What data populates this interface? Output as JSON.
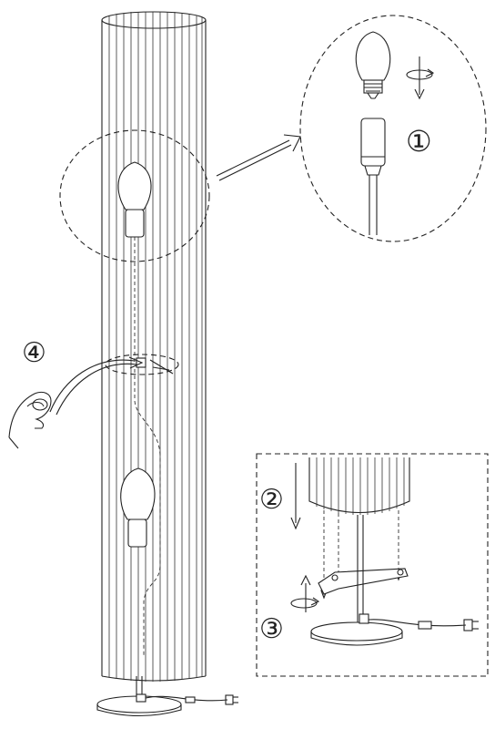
{
  "steps": {
    "step1": "①",
    "step2": "②",
    "step3": "③",
    "step4": "④"
  },
  "icons": [
    "light-bulb-icon",
    "rotate-clockwise-arrow-icon",
    "down-arrow-icon",
    "up-arrow-icon",
    "hand-icon",
    "power-plug-icon"
  ]
}
